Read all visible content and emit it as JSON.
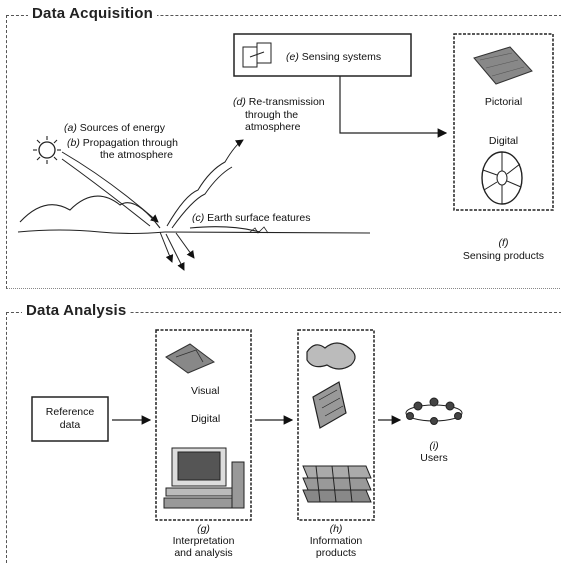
{
  "sections": {
    "acquisition": {
      "title": "Data Acquisition"
    },
    "analysis": {
      "title": "Data Analysis"
    }
  },
  "acquisition": {
    "a": {
      "letter": "(a)",
      "text": "Sources of energy"
    },
    "b": {
      "letter": "(b)",
      "text1": "Propagation through",
      "text2": "the atmosphere"
    },
    "c": {
      "letter": "(c)",
      "text": "Earth surface features"
    },
    "d": {
      "letter": "(d)",
      "text1": "Re-transmission",
      "text2": "through the",
      "text3": "atmosphere"
    },
    "e": {
      "letter": "(e)",
      "text": "Sensing systems"
    },
    "f": {
      "pictorial": "Pictorial",
      "digital": "Digital",
      "letter": "(f)",
      "caption": "Sensing products"
    }
  },
  "analysis": {
    "reference": {
      "line1": "Reference",
      "line2": "data"
    },
    "g": {
      "visual": "Visual",
      "digital": "Digital",
      "letter": "(g)",
      "caption1": "Interpretation",
      "caption2": "and analysis"
    },
    "h": {
      "letter": "(h)",
      "caption1": "Information",
      "caption2": "products"
    },
    "i": {
      "letter": "(i)",
      "caption": "Users"
    }
  }
}
